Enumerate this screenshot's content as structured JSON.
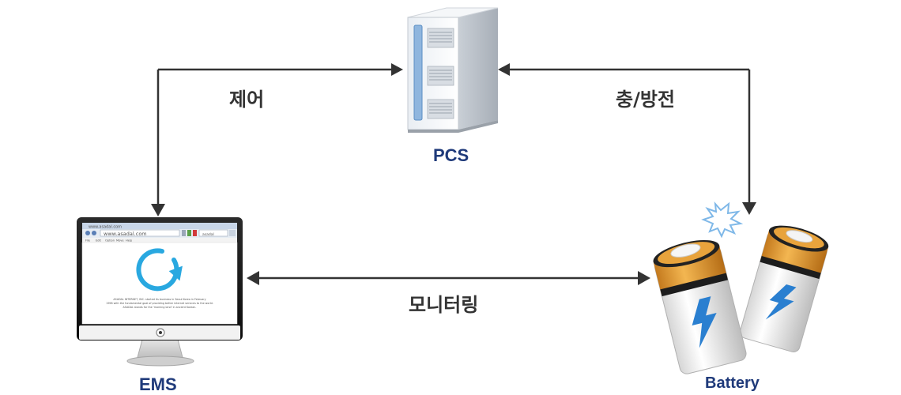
{
  "nodes": {
    "pcs": {
      "label": "PCS"
    },
    "ems": {
      "label": "EMS",
      "browser_url": "www.asadal.com",
      "browser_tab_text": "www.asadal.com",
      "browser_search_text": "asadal",
      "browser_menu": [
        "File",
        "Edit",
        "Option",
        "Move",
        "Help"
      ],
      "browser_body_text": [
        "ASADAL INTERNET, INC. started its business in Seoul Korea in February",
        "1998 with the fundamental goal of providing better internet services to the world.",
        "ASADAL stands for the 'morning land' in ancient Korean."
      ]
    },
    "battery": {
      "label": "Battery"
    }
  },
  "edges": {
    "control": {
      "label": "제어"
    },
    "charge_discharge": {
      "label": "충/방전"
    },
    "monitoring": {
      "label": "모니터링"
    }
  },
  "colors": {
    "node_label": "#1f3a7a",
    "arrow": "#333333",
    "battery_gold": "#e8a33c",
    "bolt": "#2a7fd0",
    "refresh_icon": "#29a8e0"
  }
}
